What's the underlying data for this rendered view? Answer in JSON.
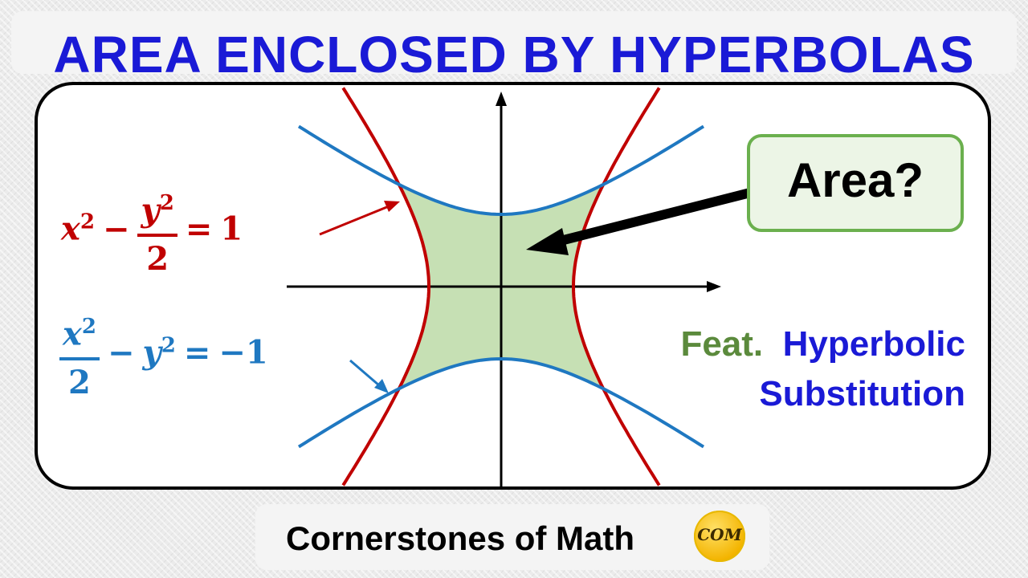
{
  "header": {
    "title": "AREA ENCLOSED BY HYPERBOLAS"
  },
  "callout": {
    "label": "Area?"
  },
  "subtitle": {
    "feat_label": "Feat.",
    "line1": "Hyperbolic",
    "line2": "Substitution"
  },
  "equations": {
    "red": {
      "lhs_var": "x",
      "exp": "2",
      "minus": "−",
      "frac_num_var": "y",
      "frac_num_exp": "2",
      "frac_den": "2",
      "eq": "=",
      "rhs": "1",
      "color": "#c00000"
    },
    "blue": {
      "frac_num_var": "x",
      "frac_num_exp": "2",
      "frac_den": "2",
      "minus": "−",
      "var": "y",
      "exp": "2",
      "eq": "=",
      "rhs": "−1",
      "color": "#1f78c1"
    }
  },
  "footer": {
    "channel": "Cornerstones of Math",
    "logo_text": "COM"
  },
  "colors": {
    "title_blue": "#1a1ad6",
    "red_curve": "#c00000",
    "blue_curve": "#1f78c1",
    "shade": "#c6e0b4",
    "green": "#6bb04e"
  },
  "icons": {
    "logo": "com-logo-icon"
  }
}
